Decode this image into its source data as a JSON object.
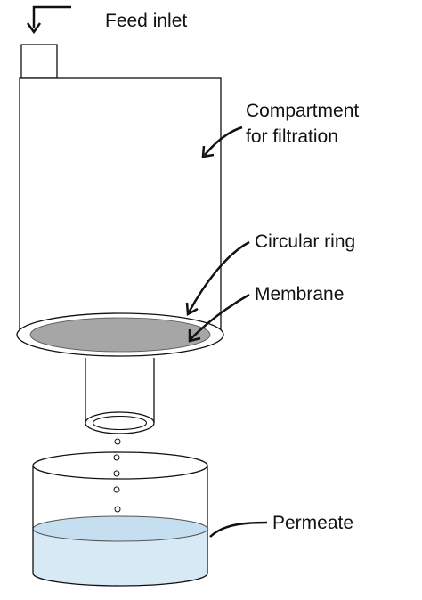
{
  "labels": {
    "feed_inlet": "Feed inlet",
    "compartment_line1": "Compartment",
    "compartment_line2": "for filtration",
    "circular_ring": "Circular ring",
    "membrane": "Membrane",
    "permeate": "Permeate"
  },
  "colors": {
    "stroke": "#111111",
    "membrane_fill": "#a6a6a6",
    "ring_fill": "#ffffff",
    "permeate_fill": "#d7e9f5",
    "background": "#ffffff"
  }
}
